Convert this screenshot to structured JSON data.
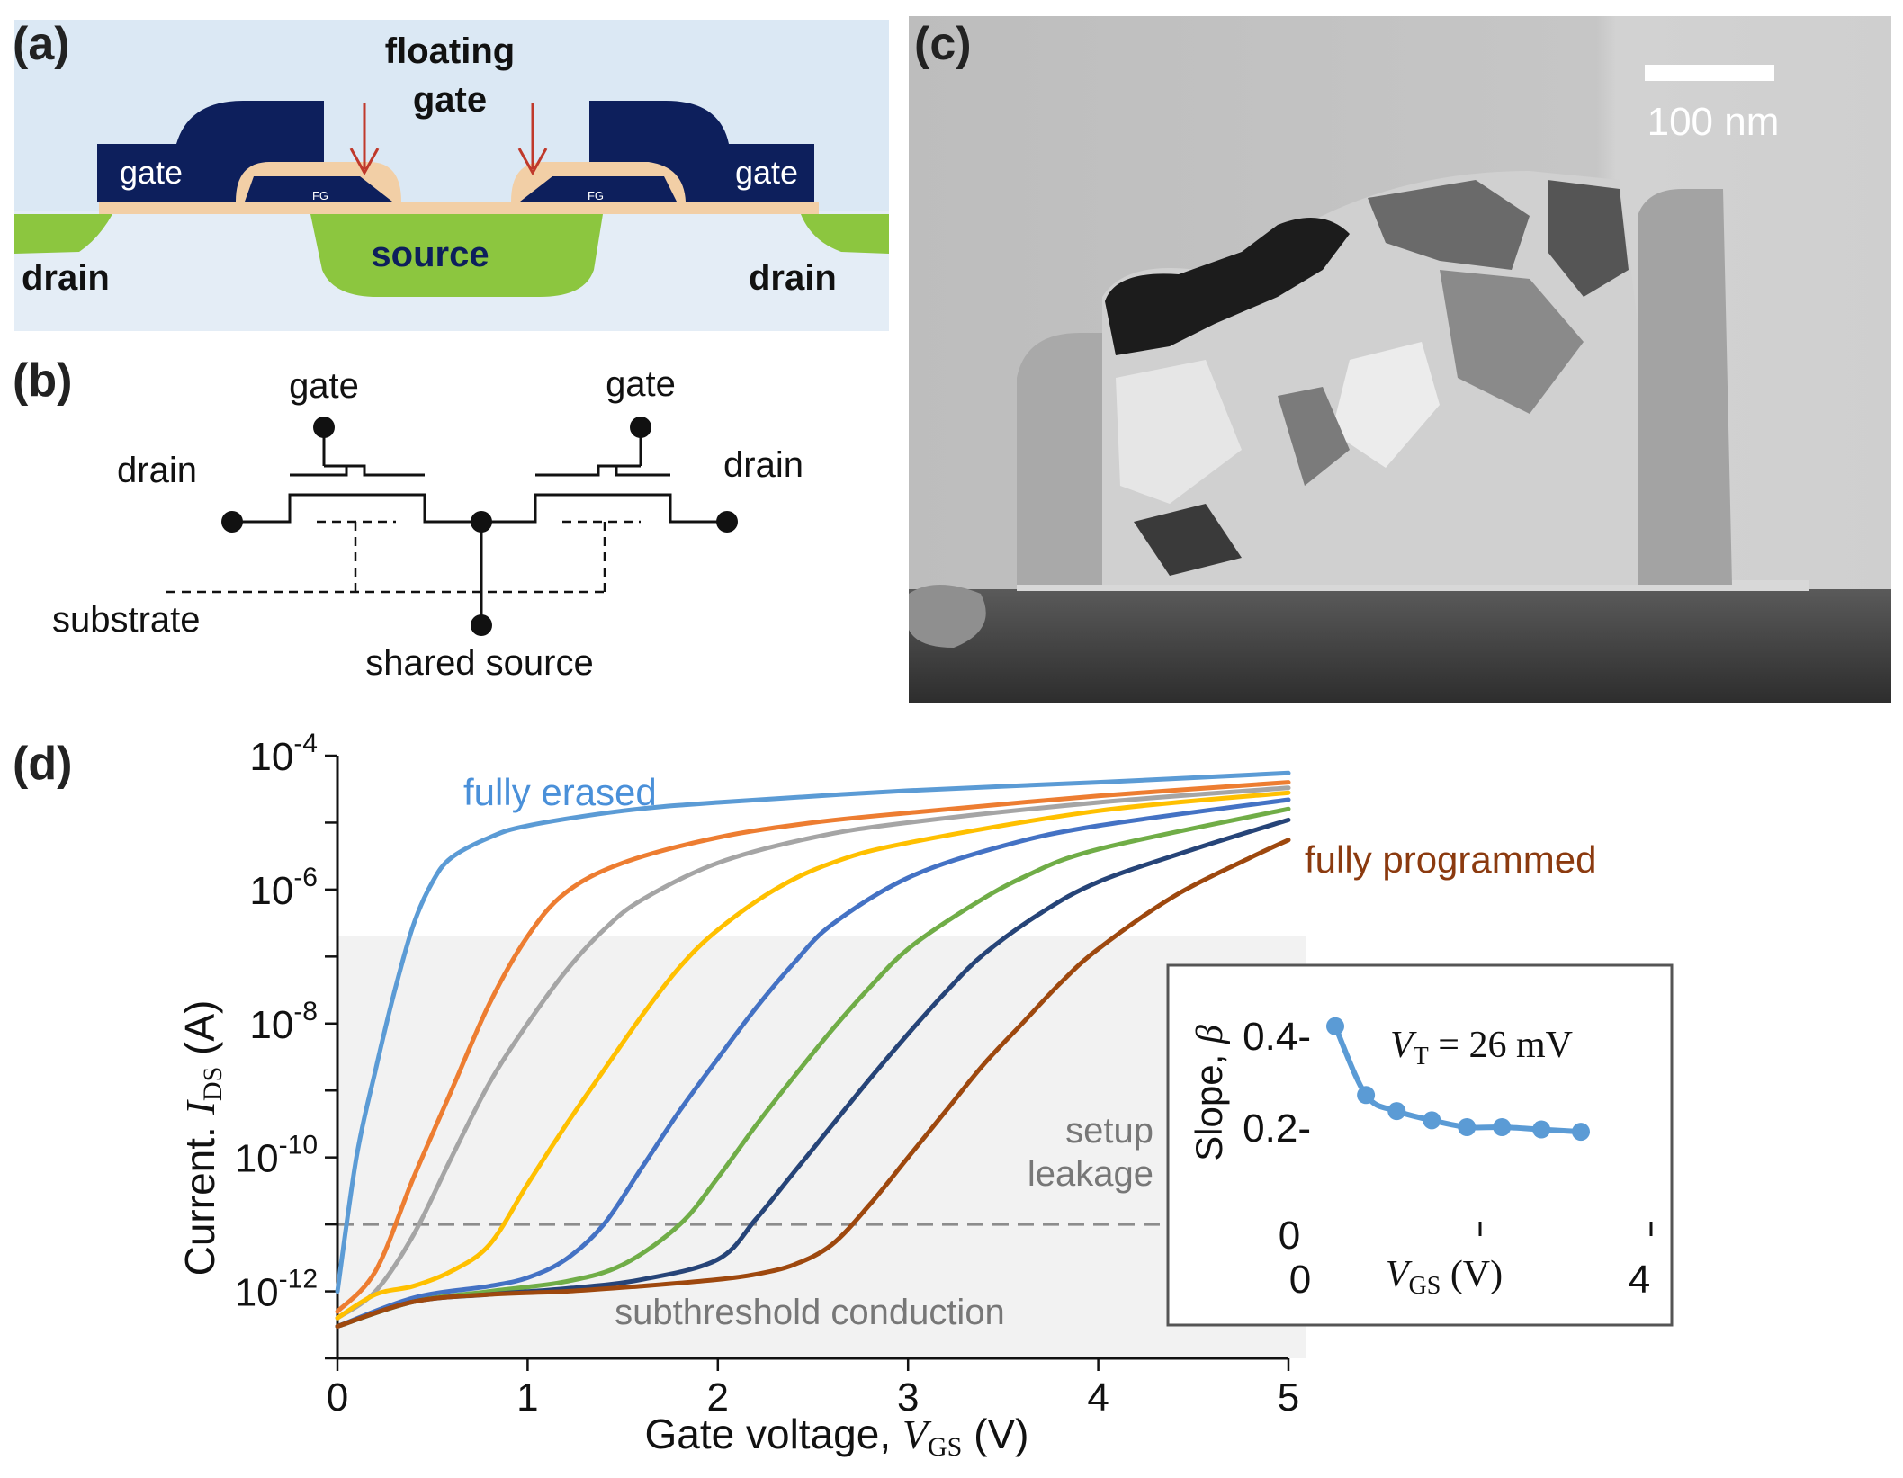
{
  "panel_a": {
    "label": "(a)",
    "floating_gate_line1": "floating",
    "floating_gate_line2": "gate",
    "gate_left": "gate",
    "gate_right": "gate",
    "fg_left": "FG",
    "fg_right": "FG",
    "source": "source",
    "drain_left": "drain",
    "drain_right": "drain",
    "colors": {
      "gate": "#0d1f5c",
      "silicon": "#8cc63f",
      "fg": "#f2cfa6",
      "background": "#dbe8f4"
    }
  },
  "panel_b": {
    "label": "(b)",
    "gate_left": "gate",
    "gate_right": "gate",
    "drain_left": "drain",
    "drain_right": "drain",
    "substrate": "substrate",
    "shared_source": "shared source"
  },
  "panel_c": {
    "label": "(c)",
    "scale_bar_label": "100 nm"
  },
  "panel_d": {
    "label": "(d)",
    "xlabel_prefix": "Gate voltage, ",
    "xlabel_var": "V",
    "xlabel_sub": "GS",
    "xlabel_unit": " (V)",
    "ylabel_prefix": "Current. ",
    "ylabel_var": "I",
    "ylabel_sub": "DS",
    "ylabel_unit": " (A)",
    "label_fully_erased": "fully erased",
    "label_fully_programmed": "fully programmed",
    "label_setup_line1": "setup",
    "label_setup_line2": "leakage",
    "label_subthreshold": "subthreshold  conduction",
    "inset": {
      "ylabel_prefix": "Slope, ",
      "ylabel_var": "β",
      "vt_var": "V",
      "vt_sub": "T",
      "vt_value": " = 26 mV",
      "xlabel_var": "V",
      "xlabel_sub": "GS",
      "xlabel_unit": " (V)"
    }
  },
  "chart_data": [
    {
      "type": "line",
      "title": "",
      "xlabel": "Gate voltage, VGS (V)",
      "ylabel": "Current. IDS (A)",
      "xlim": [
        0,
        5
      ],
      "ylim": [
        1e-13,
        0.0001
      ],
      "y_scale": "log",
      "x_ticks": [
        0,
        1,
        2,
        3,
        4,
        5
      ],
      "y_tick_labels": [
        {
          "base": "10",
          "exp": "-4"
        },
        {
          "base": "10",
          "exp": "-6"
        },
        {
          "base": "10",
          "exp": "-8"
        },
        {
          "base": "10",
          "exp": "-10"
        },
        {
          "base": "10",
          "exp": "-12"
        }
      ],
      "shaded_region_top": 2e-07,
      "setup_leakage_level": 1e-11,
      "legend": "none",
      "series": [
        {
          "color": "#5b9bd5",
          "x": [
            0,
            0.1,
            0.2,
            0.3,
            0.4,
            0.5,
            0.6,
            0.8,
            1.0,
            1.5,
            2.0,
            3.0,
            4.0,
            5.0
          ],
          "values": [
            1e-12,
            1e-10,
            2e-09,
            3e-08,
            3e-07,
            1.3e-06,
            3e-06,
            6e-06,
            9e-06,
            1.5e-05,
            2e-05,
            3e-05,
            4e-05,
            5.5e-05
          ]
        },
        {
          "color": "#ed7d31",
          "x": [
            0,
            0.2,
            0.4,
            0.6,
            0.8,
            1.0,
            1.2,
            1.5,
            2.0,
            2.5,
            3.0,
            4.0,
            5.0
          ],
          "values": [
            5e-13,
            2e-12,
            5e-11,
            1e-09,
            2e-08,
            2e-07,
            9e-07,
            2.5e-06,
            6e-06,
            1e-05,
            1.4e-05,
            2.5e-05,
            4e-05
          ]
        },
        {
          "color": "#a5a5a5",
          "x": [
            0,
            0.2,
            0.4,
            0.6,
            0.8,
            1.0,
            1.2,
            1.4,
            1.6,
            2.0,
            2.5,
            3.0,
            4.0,
            5.0
          ],
          "values": [
            4e-13,
            1e-12,
            7e-12,
            1e-10,
            1.3e-09,
            1e-08,
            6e-08,
            2.5e-07,
            7e-07,
            2.5e-06,
            6e-06,
            1e-05,
            2e-05,
            3.3e-05
          ]
        },
        {
          "color": "#ffc000",
          "x": [
            0,
            0.2,
            0.4,
            0.6,
            0.8,
            1.0,
            1.2,
            1.4,
            1.6,
            1.8,
            2.0,
            2.3,
            2.6,
            3.0,
            4.0,
            5.0
          ],
          "values": [
            4e-13,
            9e-13,
            1.2e-12,
            2e-12,
            5e-12,
            4e-11,
            3e-10,
            2e-09,
            1.3e-08,
            7e-08,
            2.5e-07,
            1e-06,
            2.5e-06,
            5e-06,
            1.5e-05,
            2.8e-05
          ]
        },
        {
          "color": "#4472c4",
          "x": [
            0,
            0.4,
            0.8,
            1.0,
            1.2,
            1.4,
            1.6,
            1.8,
            2.0,
            2.2,
            2.4,
            2.6,
            3.0,
            3.5,
            4.0,
            5.0
          ],
          "values": [
            3e-13,
            8e-13,
            1.2e-12,
            1.6e-12,
            3e-12,
            1e-11,
            7e-11,
            5e-10,
            3e-09,
            1.7e-08,
            8e-08,
            3e-07,
            1.5e-06,
            4.5e-06,
            9e-06,
            2.2e-05
          ]
        },
        {
          "color": "#70ad47",
          "x": [
            0,
            0.4,
            0.8,
            1.2,
            1.5,
            1.8,
            2.0,
            2.2,
            2.4,
            2.6,
            2.8,
            3.0,
            3.3,
            3.6,
            4.0,
            5.0
          ],
          "values": [
            3e-13,
            7e-13,
            1e-12,
            1.4e-12,
            2.5e-12,
            1e-11,
            5e-11,
            3e-10,
            1.6e-09,
            8e-09,
            3.5e-08,
            1.3e-07,
            5e-07,
            1.5e-06,
            4e-06,
            1.6e-05
          ]
        },
        {
          "color": "#264478",
          "x": [
            0,
            0.4,
            0.8,
            1.2,
            1.6,
            2.0,
            2.2,
            2.4,
            2.6,
            2.8,
            3.0,
            3.2,
            3.4,
            3.7,
            4.0,
            4.5,
            5.0
          ],
          "values": [
            3e-13,
            7e-13,
            9e-13,
            1.1e-12,
            1.5e-12,
            3e-12,
            1.2e-11,
            6e-11,
            3e-10,
            1.5e-09,
            7e-09,
            3e-08,
            1.1e-07,
            4.5e-07,
            1.3e-06,
            4e-06,
            1.1e-05
          ]
        },
        {
          "color": "#9e480e",
          "x": [
            0,
            0.4,
            0.8,
            1.2,
            1.6,
            2.0,
            2.2,
            2.4,
            2.6,
            2.8,
            3.0,
            3.2,
            3.4,
            3.6,
            3.8,
            4.0,
            4.4,
            4.8,
            5.0
          ],
          "values": [
            3e-13,
            7e-13,
            9e-13,
            1e-12,
            1.2e-12,
            1.5e-12,
            1.8e-12,
            2.5e-12,
            5e-12,
            2e-11,
            1e-10,
            5e-10,
            2.5e-09,
            1e-08,
            4e-08,
            1.3e-07,
            8e-07,
            3e-06,
            5.5e-06
          ]
        }
      ]
    },
    {
      "type": "scatter",
      "title": "",
      "xlabel": "VGS (V)",
      "ylabel": "Slope, β",
      "xlim": [
        0,
        4
      ],
      "ylim": [
        0,
        0.5
      ],
      "x_ticks": [
        0,
        4
      ],
      "y_tick_labels": [
        "0.4-",
        "0.2-",
        "0"
      ],
      "series": [
        {
          "color": "#5b9bd5",
          "x": [
            0.4,
            0.75,
            1.1,
            1.5,
            1.9,
            2.3,
            2.75,
            3.2
          ],
          "values": [
            0.42,
            0.27,
            0.235,
            0.215,
            0.2,
            0.2,
            0.195,
            0.19
          ]
        }
      ]
    }
  ]
}
